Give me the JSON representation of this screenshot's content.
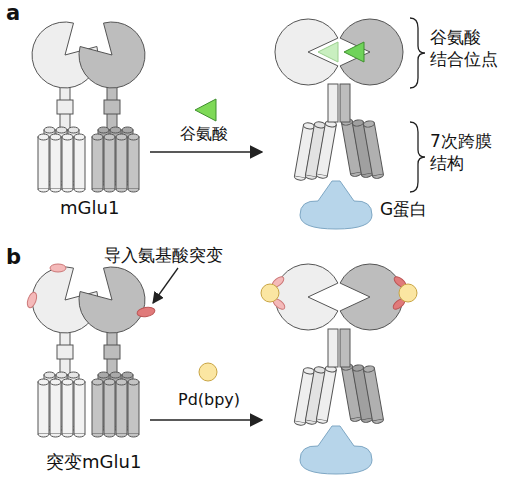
{
  "diagram": {
    "labels": [
      "a",
      "谷氨酸 结合位点",
      "7次跨膜 结构",
      "谷氨酸",
      "mGlu1",
      "G蛋白",
      "b",
      "导入氨基酸突变",
      "Pd(bpy)",
      "突变mGlu1"
    ]
  }
}
